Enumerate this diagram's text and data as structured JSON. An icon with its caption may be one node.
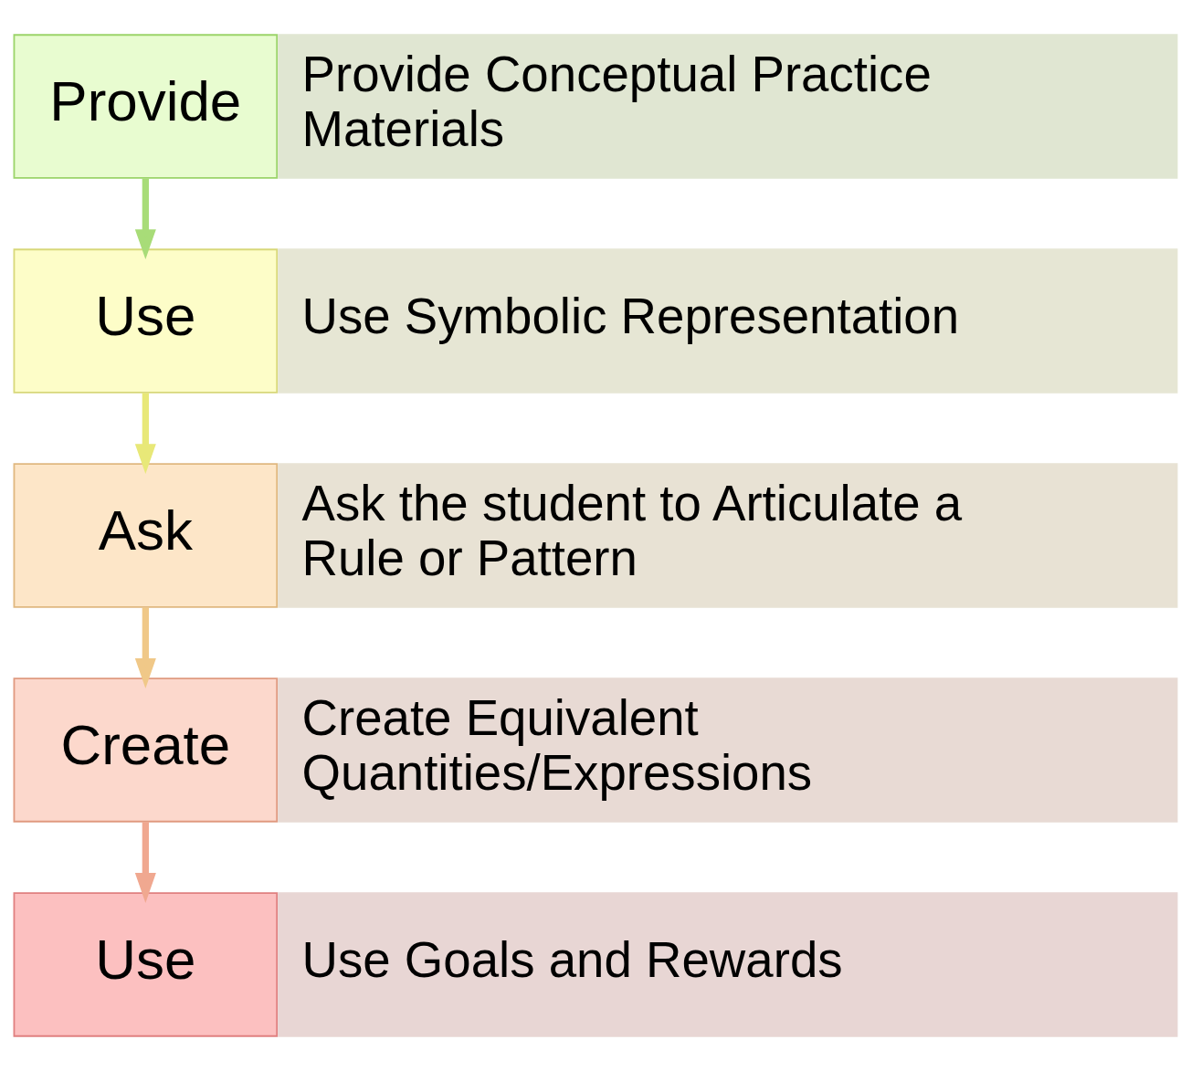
{
  "diagram": {
    "nodes": [
      {
        "text": [
          "Provide"
        ]
      },
      {
        "text": [
          "Provide Conceptual Practice Materials"
        ]
      },
      {
        "text": [
          "Use"
        ]
      },
      {
        "text": [
          "Use Symbolic Representation"
        ]
      },
      {
        "text": [
          "Ask"
        ]
      },
      {
        "text": [
          "Ask the student to Articulate a Rule or Pattern"
        ]
      },
      {
        "text": [
          "Create"
        ]
      },
      {
        "text": [
          "Create Equivalent Quantities/Expressions"
        ]
      },
      {
        "text": [
          "Use"
        ]
      },
      {
        "text": [
          "Use Goals and Rewards"
        ]
      }
    ],
    "edges": [
      {
        "from": 0,
        "to": 2,
        "arrow": "to",
        "color": "#a8dc78"
      },
      {
        "from": 2,
        "to": 4,
        "arrow": "to",
        "color": "#e8e878"
      },
      {
        "from": 4,
        "to": 6,
        "arrow": "to",
        "color": "#f0c888"
      },
      {
        "from": 6,
        "to": 8,
        "arrow": "to",
        "color": "#f0a890"
      }
    ]
  }
}
